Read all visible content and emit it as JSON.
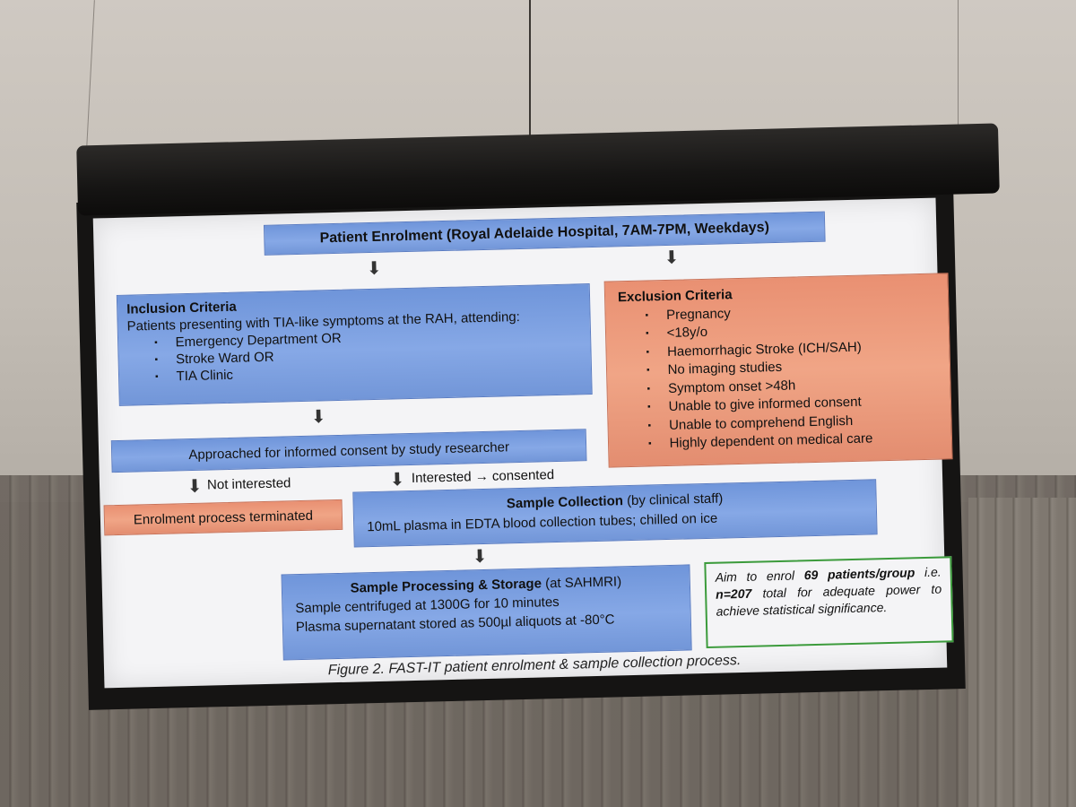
{
  "title": "Patient Enrolment (Royal Adelaide Hospital, 7AM-7PM, Weekdays)",
  "inclusion": {
    "heading": "Inclusion Criteria",
    "intro": "Patients presenting with TIA-like symptoms at the RAH, attending:",
    "items": [
      "Emergency Department OR",
      "Stroke Ward OR",
      "TIA Clinic"
    ]
  },
  "exclusion": {
    "heading": "Exclusion Criteria",
    "items": [
      "Pregnancy",
      "<18y/o",
      "Haemorrhagic Stroke (ICH/SAH)",
      "No imaging studies",
      "Symptom onset >48h",
      "Unable to give informed consent",
      "Unable to comprehend English",
      "Highly dependent on medical care"
    ]
  },
  "approach": "Approached for informed consent by study researcher",
  "branch_not_interested": "Not interested",
  "branch_interested": "Interested → consented",
  "terminated": "Enrolment process terminated",
  "collection": {
    "heading_bold": "Sample Collection",
    "heading_rest": " (by clinical staff)",
    "detail": "10mL plasma in EDTA blood collection tubes; chilled on ice"
  },
  "processing": {
    "heading_bold": "Sample Processing & Storage",
    "heading_rest": " (at SAHMRI)",
    "line1": "Sample centrifuged at 1300G for 10 minutes",
    "line2": "Plasma supernatant stored as 500µl aliquots at -80°C"
  },
  "aim": {
    "part1": "Aim to enrol ",
    "bold1": "69 patients/group",
    "part2": " i.e. ",
    "bold2": "n=207",
    "part3": " total for adequate power to achieve statistical significance."
  },
  "caption": "Figure 2. FAST-IT patient enrolment & sample collection process.",
  "colors": {
    "blue_box": "#7b9fe0",
    "red_box": "#ee9c7e",
    "green_border": "#3c9b3c"
  },
  "arrow_icon": "down-arrow-icon"
}
